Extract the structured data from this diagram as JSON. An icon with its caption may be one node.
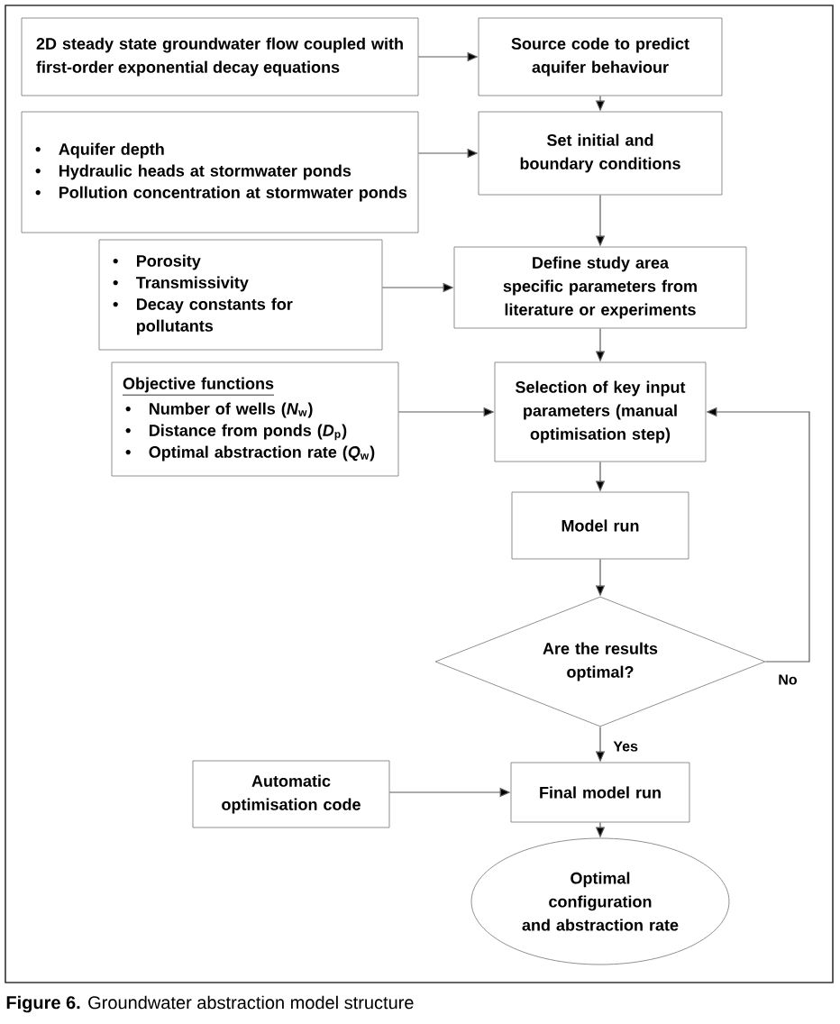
{
  "diagram": {
    "caption": "**Figure 6.** Groundwater abstraction model structure",
    "nodes": [
      {
        "text": [
          "2D steady state groundwater flow coupled with first-order exponential decay equations"
        ]
      },
      {
        "text": [
          "Source code to predict aquifer behaviour"
        ]
      },
      {
        "text": [
          "Aquifer depth",
          "Hydraulic heads at stormwater ponds",
          "Pollution concentration at stormwater ponds"
        ]
      },
      {
        "text": [
          "Set initial and boundary conditions"
        ]
      },
      {
        "text": [
          "Porosity",
          "Transmissivity",
          "Decay constants for pollutants"
        ]
      },
      {
        "text": [
          "Define study area specific parameters from literature or experiments"
        ]
      },
      {
        "text": [
          "Objective functions",
          "Number of wells (*N*$_{w}$)",
          "Distance from ponds (*D*$_{p}$)",
          "Optimal abstraction rate (*Q*$_{w}$)"
        ]
      },
      {
        "text": [
          "Selection of key input parameters (manual optimisation step)"
        ]
      },
      {
        "text": [
          "Model run"
        ]
      },
      {
        "text": [
          "Are the results optimal?"
        ]
      },
      {
        "text": [
          "Automatic optimisation code"
        ]
      },
      {
        "text": [
          "Final model run"
        ]
      },
      {
        "text": [
          "Optimal configuration and abstraction rate"
        ]
      }
    ],
    "edges": [
      {
        "from": 0,
        "to": 1,
        "arrow": "to"
      },
      {
        "from": 1,
        "to": 3,
        "arrow": "to"
      },
      {
        "from": 2,
        "to": 3,
        "arrow": "to"
      },
      {
        "from": 3,
        "to": 5,
        "arrow": "to"
      },
      {
        "from": 4,
        "to": 5,
        "arrow": "to"
      },
      {
        "from": 5,
        "to": 7,
        "arrow": "to"
      },
      {
        "from": 6,
        "to": 7,
        "arrow": "to"
      },
      {
        "from": 7,
        "to": 8,
        "arrow": "to"
      },
      {
        "from": 8,
        "to": 9,
        "arrow": "to"
      },
      {
        "from": 9,
        "to": 7,
        "arrow": "to",
        "label": "No"
      },
      {
        "from": 9,
        "to": 11,
        "arrow": "to",
        "label": "Yes"
      },
      {
        "from": 10,
        "to": 11,
        "arrow": "to"
      },
      {
        "from": 11,
        "to": 12,
        "arrow": "to"
      }
    ]
  }
}
